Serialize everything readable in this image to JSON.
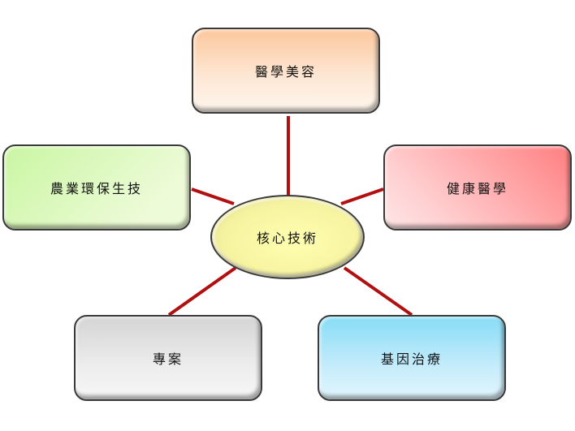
{
  "center": {
    "label": "核心技術"
  },
  "nodes": {
    "top": "醫學美容",
    "left": "農業環保生技",
    "right": "健康醫學",
    "bottom_left": "專案",
    "bottom_right": "基因治療"
  },
  "colors": {
    "connector": "#b01010"
  }
}
